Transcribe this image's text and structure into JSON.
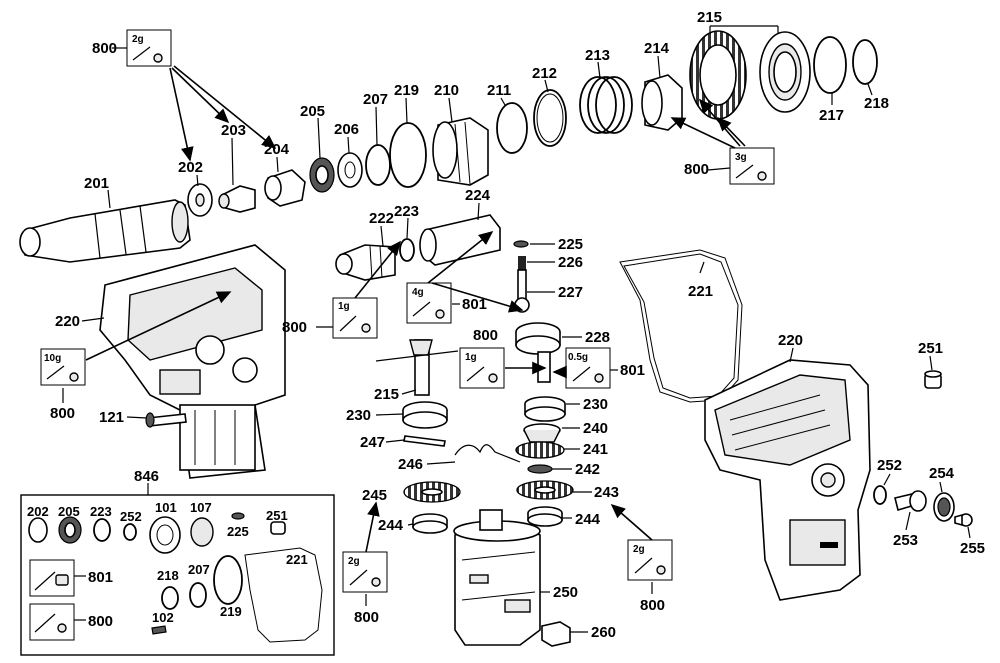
{
  "labels": {
    "p201": "201",
    "p202": "202",
    "p203": "203",
    "p204": "204",
    "p205": "205",
    "p206": "206",
    "p207": "207",
    "p219": "219",
    "p210": "210",
    "p211": "211",
    "p212": "212",
    "p213": "213",
    "p214": "214",
    "p215": "215",
    "p218": "218",
    "p217": "217",
    "p222": "222",
    "p223": "223",
    "p224": "224",
    "p225": "225",
    "p226": "226",
    "p227": "227",
    "p228": "228",
    "p221": "221",
    "p220a": "220",
    "p220b": "220",
    "p251": "251",
    "p121": "121",
    "p215b": "215",
    "p230a": "230",
    "p230b": "230",
    "p240": "240",
    "p247": "247",
    "p241": "241",
    "p246": "246",
    "p242": "242",
    "p245": "245",
    "p243": "243",
    "p244a": "244",
    "p244b": "244",
    "p250": "250",
    "p260": "260",
    "p252": "252",
    "p254": "254",
    "p253": "253",
    "p255": "255",
    "p846": "846",
    "p801a": "801",
    "p801b": "801",
    "p800a": "800",
    "p800b": "800",
    "p800c": "800",
    "p800d": "800",
    "p800e": "800",
    "p800f": "800"
  },
  "grease": {
    "g1": "2g",
    "g2": "3g",
    "g3": "1g",
    "g4": "4g",
    "g5": "10g",
    "g6": "1g",
    "g7": "0.5g",
    "g8": "2g",
    "g9": "2g"
  },
  "kit": {
    "items": [
      "202",
      "205",
      "223",
      "252",
      "101",
      "107",
      "225",
      "251",
      "218",
      "207",
      "221",
      "219",
      "102",
      "801",
      "800"
    ]
  }
}
